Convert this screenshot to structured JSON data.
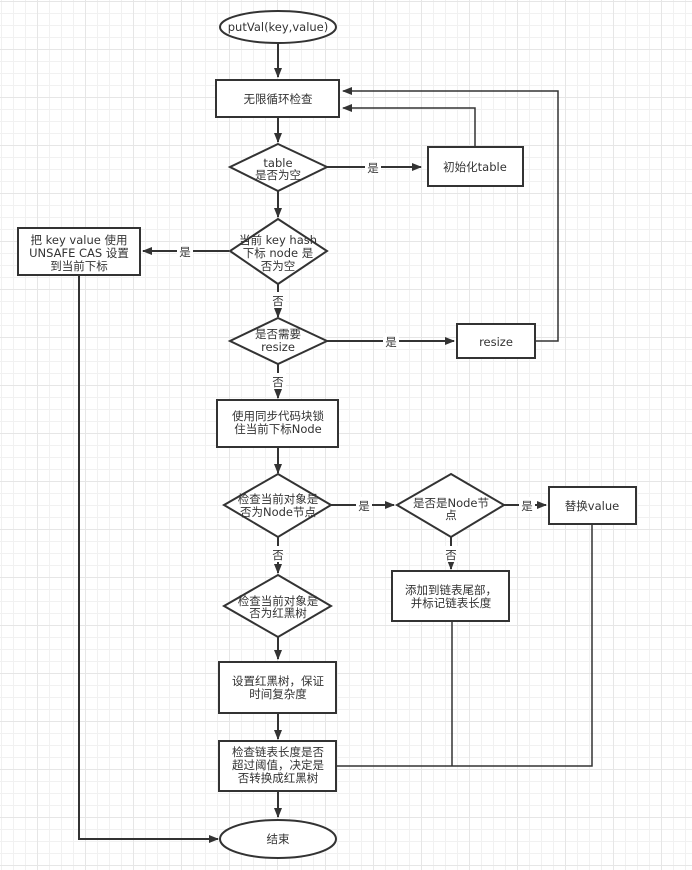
{
  "diagram": {
    "colors": {
      "stroke": "#333333",
      "fill": "#ffffff",
      "grid_major": "#e6e6e6",
      "grid_minor": "#f1f1f1"
    },
    "nodes": {
      "start": {
        "type": "ellipse",
        "lines": [
          "putVal(key,value)"
        ]
      },
      "loop": {
        "type": "process",
        "lines": [
          "无限循环检查"
        ]
      },
      "table_empty": {
        "type": "decision",
        "lines": [
          "table",
          "是否为空"
        ]
      },
      "init_table": {
        "type": "process",
        "lines": [
          "初始化table"
        ]
      },
      "slot_empty": {
        "type": "decision",
        "lines": [
          "当前 key hash",
          "下标 node 是",
          "否为空"
        ]
      },
      "cas_set": {
        "type": "process",
        "lines": [
          "把 key value 使用",
          "UNSAFE CAS 设置",
          "到当前下标"
        ]
      },
      "need_resize": {
        "type": "decision",
        "lines": [
          "是否需要",
          "resize"
        ]
      },
      "resize": {
        "type": "process",
        "lines": [
          "resize"
        ]
      },
      "sync_lock": {
        "type": "process",
        "lines": [
          "使用同步代码块锁",
          "住当前下标Node"
        ]
      },
      "is_node": {
        "type": "decision",
        "lines": [
          "检查当前对象是",
          "否为Node节点"
        ]
      },
      "is_node2": {
        "type": "decision",
        "lines": [
          "是否是Node节",
          "点"
        ]
      },
      "replace_value": {
        "type": "process",
        "lines": [
          "替换value"
        ]
      },
      "append_tail": {
        "type": "process",
        "lines": [
          "添加到链表尾部，",
          "并标记链表长度"
        ]
      },
      "is_tree": {
        "type": "decision",
        "lines": [
          "检查当前对象是",
          "否为红黑树"
        ]
      },
      "set_tree": {
        "type": "process",
        "lines": [
          "设置红黑树，保证",
          "时间复杂度"
        ]
      },
      "check_len": {
        "type": "process",
        "lines": [
          "检查链表长度是否",
          "超过阈值，决定是",
          "否转换成红黑树"
        ]
      },
      "end": {
        "type": "ellipse",
        "lines": [
          "结束"
        ]
      }
    },
    "edge_labels": {
      "table_empty_yes": "是",
      "slot_empty_yes": "是",
      "slot_empty_no": "否",
      "need_resize_yes": "是",
      "need_resize_no": "否",
      "is_node_yes": "是",
      "is_node_no": "否",
      "is_node2_yes": "是",
      "is_node2_no": "否"
    }
  }
}
